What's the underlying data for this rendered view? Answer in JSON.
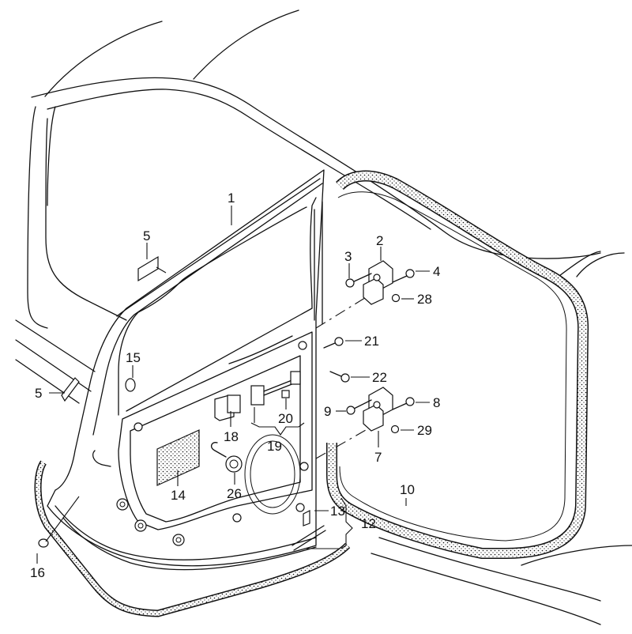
{
  "diagram": {
    "title": "Rear door exploded view",
    "colors": {
      "line": "#111111",
      "background": "#ffffff",
      "seal_dots": "#111111"
    },
    "callouts": [
      {
        "id": "c1",
        "label": "1",
        "part": "door-shell"
      },
      {
        "id": "c2",
        "label": "2",
        "part": "upper-hinge"
      },
      {
        "id": "c3",
        "label": "3",
        "part": "hinge-bolt-upper-left"
      },
      {
        "id": "c4",
        "label": "4",
        "part": "hinge-bolt-upper-right"
      },
      {
        "id": "c5a",
        "label": "5",
        "part": "label-sticker-upper"
      },
      {
        "id": "c5b",
        "label": "5",
        "part": "label-sticker-lower"
      },
      {
        "id": "c7",
        "label": "7",
        "part": "lower-hinge"
      },
      {
        "id": "c8",
        "label": "8",
        "part": "hinge-bolt-lower-right"
      },
      {
        "id": "c9",
        "label": "9",
        "part": "hinge-bolt-lower-left"
      },
      {
        "id": "c10",
        "label": "10",
        "part": "body-door-seal"
      },
      {
        "id": "c12",
        "label": "12",
        "part": "sill-seal-assembly"
      },
      {
        "id": "c13",
        "label": "13",
        "part": "seal-clip"
      },
      {
        "id": "c14",
        "label": "14",
        "part": "damping-pad"
      },
      {
        "id": "c15",
        "label": "15",
        "part": "plug-upper"
      },
      {
        "id": "c16",
        "label": "16",
        "part": "plug-lower"
      },
      {
        "id": "c18",
        "label": "18",
        "part": "check-strap-cover"
      },
      {
        "id": "c19",
        "label": "19",
        "part": "door-check-strap"
      },
      {
        "id": "c20",
        "label": "20",
        "part": "check-strap-pad"
      },
      {
        "id": "c21",
        "label": "21",
        "part": "check-strap-bolt"
      },
      {
        "id": "c22",
        "label": "22",
        "part": "check-strap-screw"
      },
      {
        "id": "c26",
        "label": "26",
        "part": "grommet"
      },
      {
        "id": "c28",
        "label": "28",
        "part": "hinge-cap-upper"
      },
      {
        "id": "c29",
        "label": "29",
        "part": "hinge-cap-lower"
      }
    ]
  }
}
